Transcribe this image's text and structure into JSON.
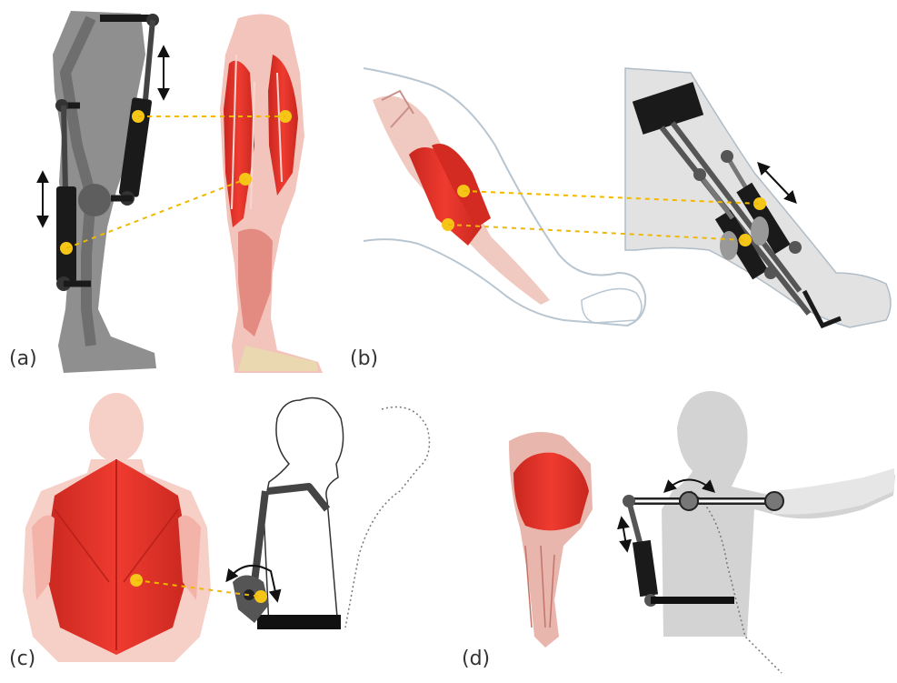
{
  "panels": [
    {
      "id": "a",
      "label": "(a)"
    },
    {
      "id": "b",
      "label": "(b)"
    },
    {
      "id": "c",
      "label": "(c)"
    },
    {
      "id": "d",
      "label": "(d)"
    }
  ],
  "colors": {
    "muscle": "#e8342b",
    "muscle_light": "#f3b8b0",
    "muscle_fiber": "#d97a70",
    "attach_point": "#f5c518",
    "connector": "#f0b800",
    "actuator": "#1a1a1a",
    "link": "#555555",
    "silhouette_dark": "#8c8c8c",
    "silhouette_light": "#d9d9d9",
    "outline": "#333333"
  },
  "icons": [
    "double-arrow-icon",
    "rotation-arrow-icon",
    "joint-circle-icon",
    "attachment-point-icon"
  ]
}
